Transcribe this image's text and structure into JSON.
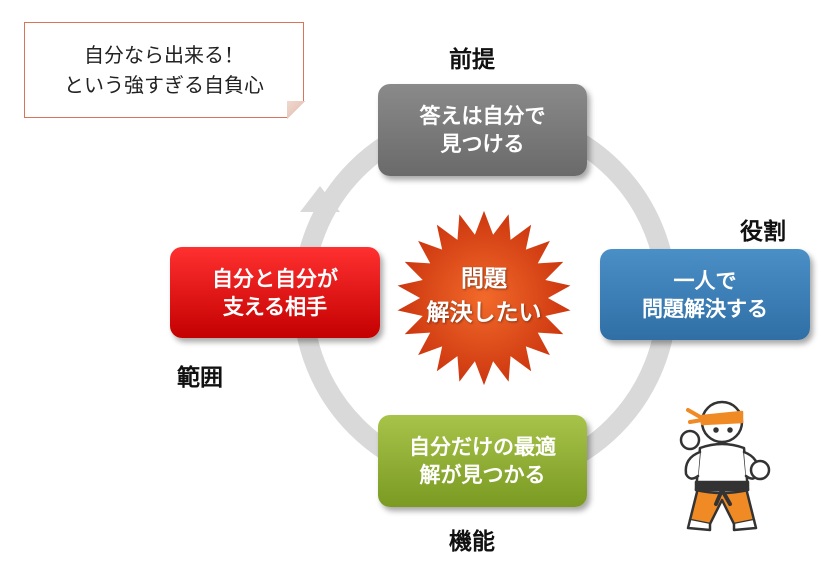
{
  "note": {
    "line1": "自分なら出来る！",
    "line2": "という強すぎる自負心"
  },
  "labels": {
    "top": "前提",
    "right": "役割",
    "bottom": "機能",
    "left": "範囲"
  },
  "boxes": {
    "top": {
      "line1": "答えは自分で",
      "line2": "見つける",
      "color": "#7a7a7a"
    },
    "right": {
      "line1": "一人で",
      "line2": "問題解決する",
      "color": "#3b7fb8"
    },
    "bottom": {
      "line1": "自分だけの最適",
      "line2": "解が見つかる",
      "color": "#8fae30"
    },
    "left": {
      "line1": "自分と自分が",
      "line2": "支える相手",
      "color": "#e01010"
    }
  },
  "center": {
    "line1": "問題",
    "line2": "解決したい",
    "color": "#e8501a"
  },
  "icons": {
    "figure": "karate-fighter-icon"
  }
}
